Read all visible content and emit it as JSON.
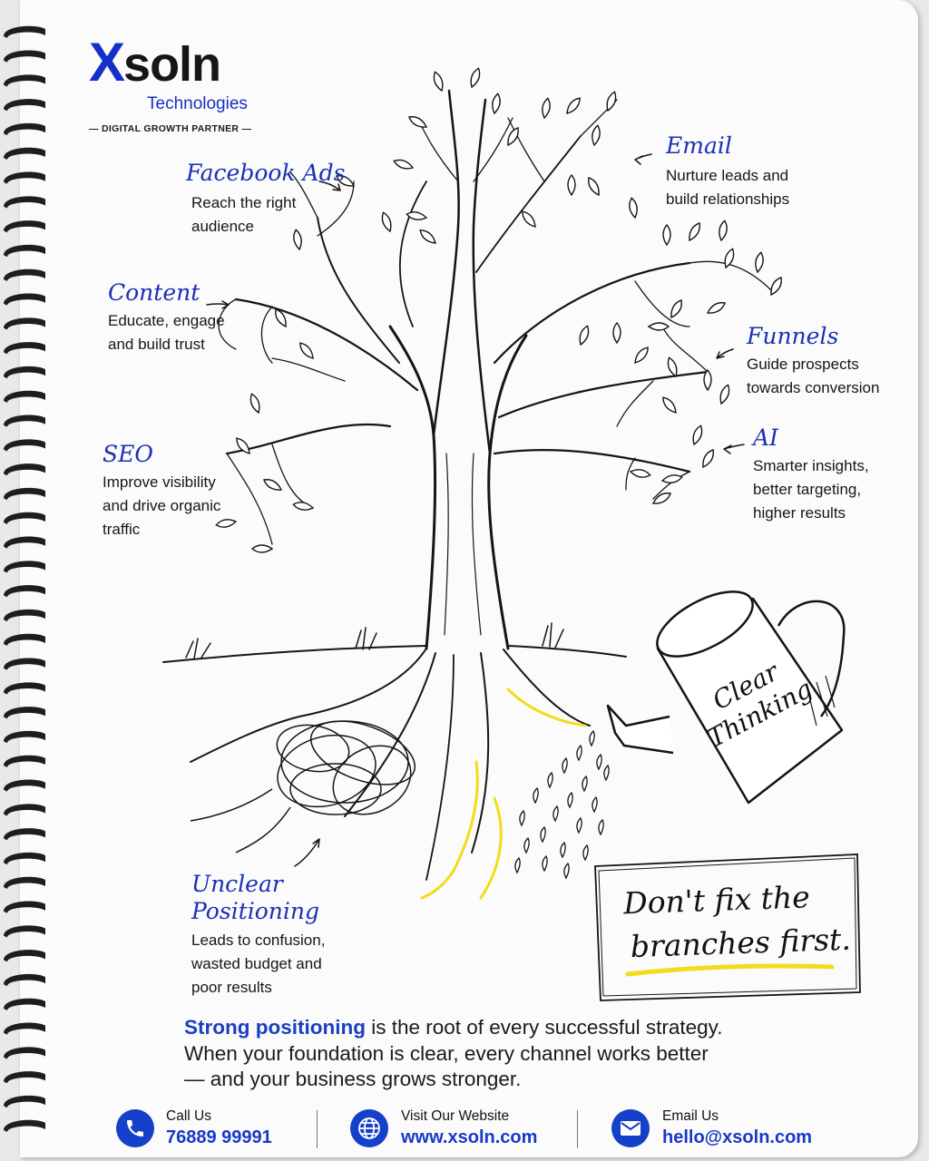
{
  "brand": {
    "logo_x": "X",
    "logo_name": "soln",
    "logo_sub": "Technologies",
    "tagline": "— DIGITAL GROWTH PARTNER —",
    "accent_color": "#1530c9"
  },
  "branches": [
    {
      "title": "Facebook Ads",
      "desc1": "Reach the right",
      "desc2": "audience"
    },
    {
      "title": "Email",
      "desc1": "Nurture leads and",
      "desc2": "build relationships"
    },
    {
      "title": "Content",
      "desc1": "Educate, engage",
      "desc2": "and build trust"
    },
    {
      "title": "Funnels",
      "desc1": "Guide prospects",
      "desc2": "towards conversion"
    },
    {
      "title": "SEO",
      "desc1": "Improve visibility",
      "desc2": "and drive organic",
      "desc3": "traffic"
    },
    {
      "title": "AI",
      "desc1": "Smarter insights,",
      "desc2": "better targeting,",
      "desc3": "higher results"
    }
  ],
  "roots": {
    "title1": "Unclear",
    "title2": "Positioning",
    "desc1": "Leads to confusion,",
    "desc2": "wasted budget and",
    "desc3": "poor results"
  },
  "can": {
    "line1": "Clear",
    "line2": "Thinking"
  },
  "note": {
    "line1": "Don't fix the",
    "line2": "branches first."
  },
  "message": {
    "highlight": "Strong positioning",
    "rest1": " is the root of every successful strategy.",
    "line2": "When your foundation is clear, every channel works better",
    "line3": "— and your business grows stronger."
  },
  "footer": {
    "call_label": "Call Us",
    "call_value": "76889 99991",
    "web_label": "Visit Our Website",
    "web_value": "www.xsoln.com",
    "email_label": "Email Us",
    "email_value": "hello@xsoln.com",
    "icons": [
      "phone-icon",
      "globe-icon",
      "mail-icon"
    ]
  },
  "colors": {
    "highlight_yellow": "#f2dc1c",
    "ink": "#111111",
    "blue": "#1739c7"
  }
}
